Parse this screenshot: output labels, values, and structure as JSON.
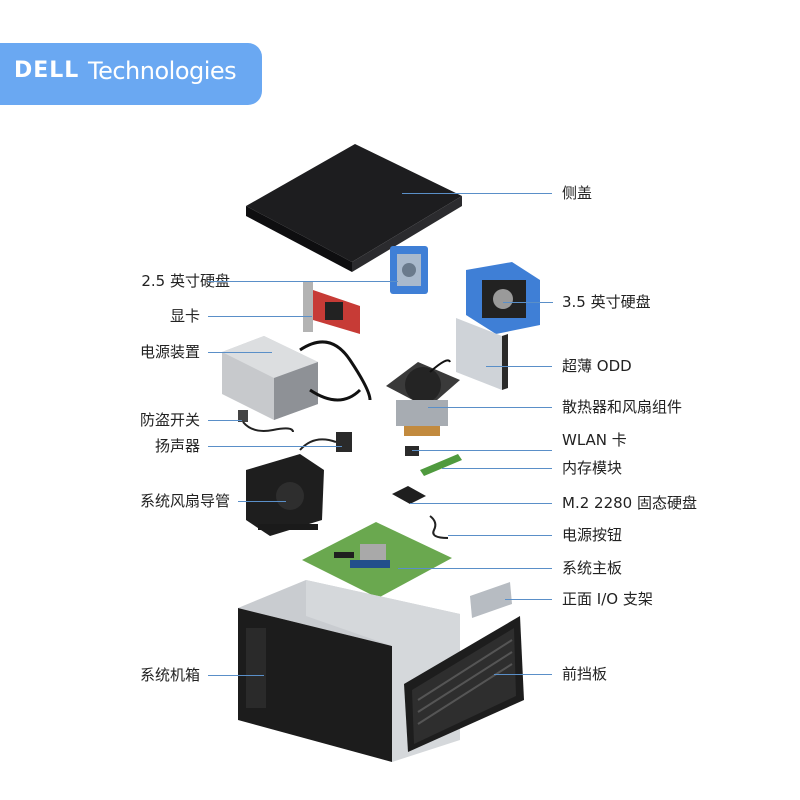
{
  "brand": {
    "mark": "DELL",
    "wordmark": "Technologies"
  },
  "labels_left": [
    {
      "id": "hdd25",
      "text": "2.5 英寸硬盘"
    },
    {
      "id": "gpu",
      "text": "显卡"
    },
    {
      "id": "psu",
      "text": "电源装置"
    },
    {
      "id": "intrusion",
      "text": "防盗开关"
    },
    {
      "id": "speaker",
      "text": "扬声器"
    },
    {
      "id": "shroud",
      "text": "系统风扇导管"
    },
    {
      "id": "chassis",
      "text": "系统机箱"
    }
  ],
  "labels_right": [
    {
      "id": "cover",
      "text": "侧盖"
    },
    {
      "id": "hdd35",
      "text": "3.5 英寸硬盘"
    },
    {
      "id": "odd",
      "text": "超薄 ODD"
    },
    {
      "id": "heatsink",
      "text": "散热器和风扇组件"
    },
    {
      "id": "wlan",
      "text": "WLAN 卡"
    },
    {
      "id": "memory",
      "text": "内存模块"
    },
    {
      "id": "ssd",
      "text": "M.2 2280 固态硬盘"
    },
    {
      "id": "power_btn",
      "text": "电源按钮"
    },
    {
      "id": "board",
      "text": "系统主板"
    },
    {
      "id": "io",
      "text": "正面 I/O 支架"
    },
    {
      "id": "bezel",
      "text": "前挡板"
    }
  ],
  "colors": {
    "brand_blue": "#6aa8f2",
    "callout_line": "#5a8fc8",
    "bracket_blue": "#3f7fd6",
    "board_green": "#6aa84f"
  }
}
